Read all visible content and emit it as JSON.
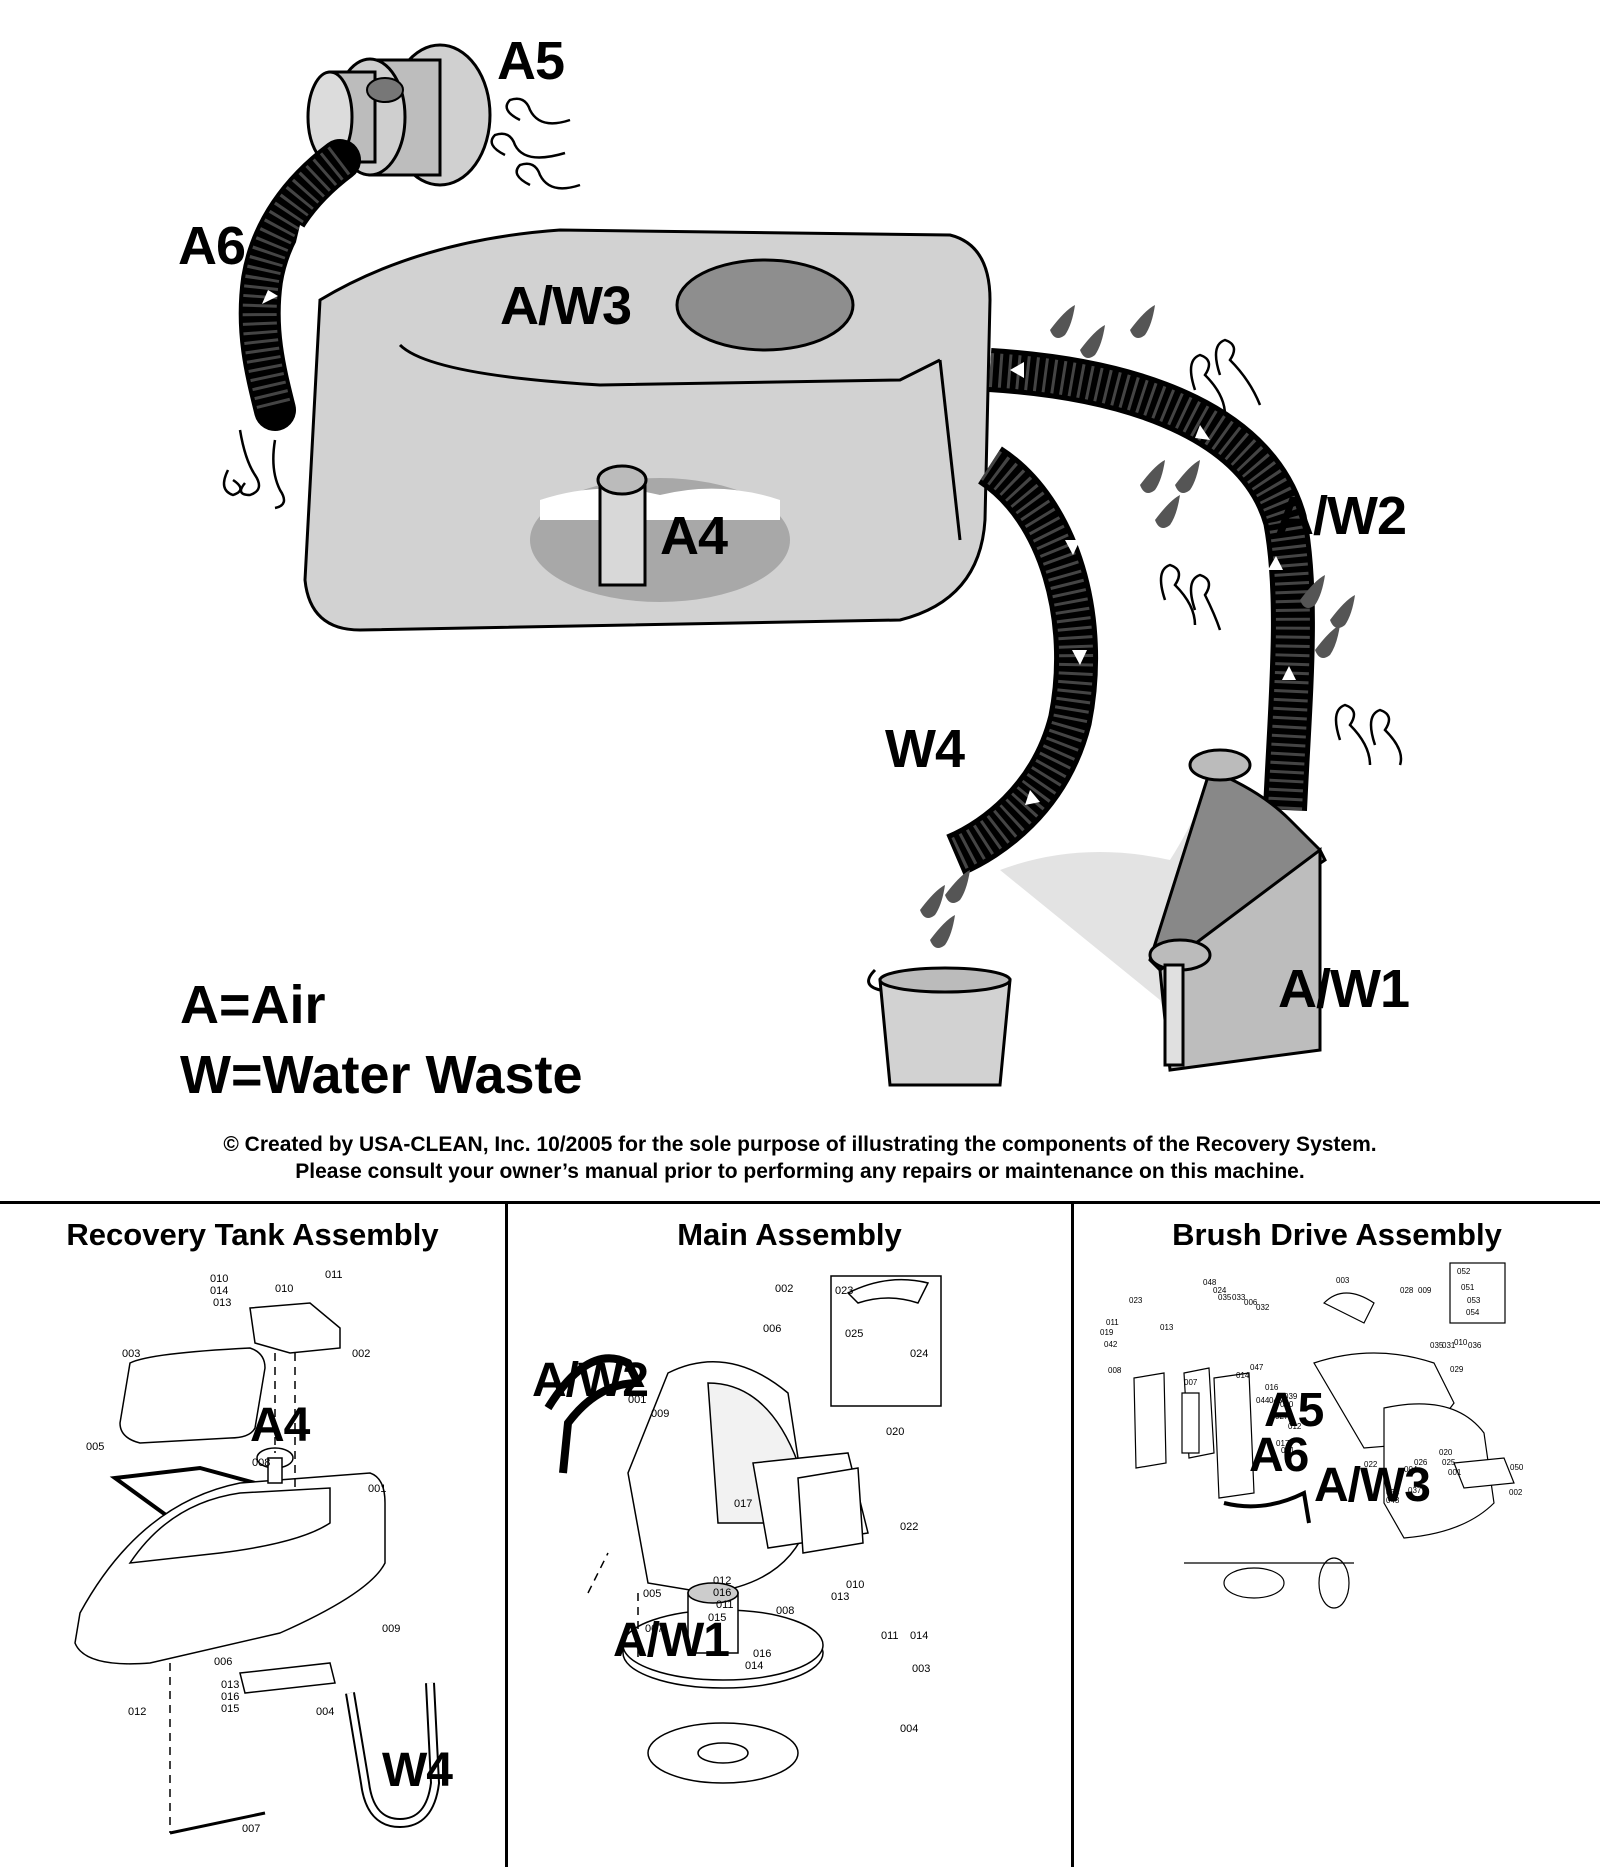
{
  "diagram": {
    "labels": {
      "a5": "A5",
      "a6": "A6",
      "aw3": "A/W3",
      "a4": "A4",
      "aw2": "A/W2",
      "w4": "W4",
      "aw1": "A/W1"
    },
    "legend": {
      "air": "A=Air",
      "water": "W=Water Waste"
    },
    "copyright": "© Created by USA-CLEAN, Inc. 10/2005 for the sole purpose of illustrating the components of the Recovery System.",
    "consult": "Please consult your owner’s manual prior to performing any repairs or maintenance on this machine."
  },
  "panels": {
    "recovery": {
      "title": "Recovery Tank Assembly",
      "overlays": {
        "a4": "A4",
        "w4": "W4"
      },
      "parts": [
        "010",
        "014",
        "013",
        "010",
        "011",
        "002",
        "003",
        "005",
        "008",
        "001",
        "009",
        "006",
        "013",
        "016",
        "015",
        "012",
        "004",
        "007"
      ]
    },
    "main": {
      "title": "Main Assembly",
      "overlays": {
        "aw2": "A/W2",
        "aw1": "A/W1"
      },
      "parts": [
        "002",
        "023",
        "006",
        "025",
        "024",
        "001",
        "009",
        "020",
        "017",
        "022",
        "012",
        "016",
        "010",
        "005",
        "011",
        "015",
        "013",
        "008",
        "007",
        "016",
        "014",
        "011",
        "014",
        "003",
        "004"
      ]
    },
    "brush": {
      "title": "Brush Drive Assembly",
      "overlays": {
        "a5": "A5",
        "a6": "A6",
        "aw3": "A/W3"
      },
      "parts": [
        "052",
        "051",
        "053",
        "054",
        "003",
        "028",
        "009",
        "023",
        "048",
        "024",
        "035",
        "033",
        "032",
        "006",
        "011",
        "019",
        "042",
        "008",
        "013",
        "007",
        "047",
        "014",
        "016",
        "044",
        "045",
        "039",
        "040",
        "027",
        "012",
        "017",
        "021",
        "020",
        "026",
        "022",
        "004",
        "001",
        "025",
        "034",
        "043",
        "037",
        "002",
        "050",
        "035",
        "031",
        "010",
        "036",
        "029"
      ]
    }
  }
}
